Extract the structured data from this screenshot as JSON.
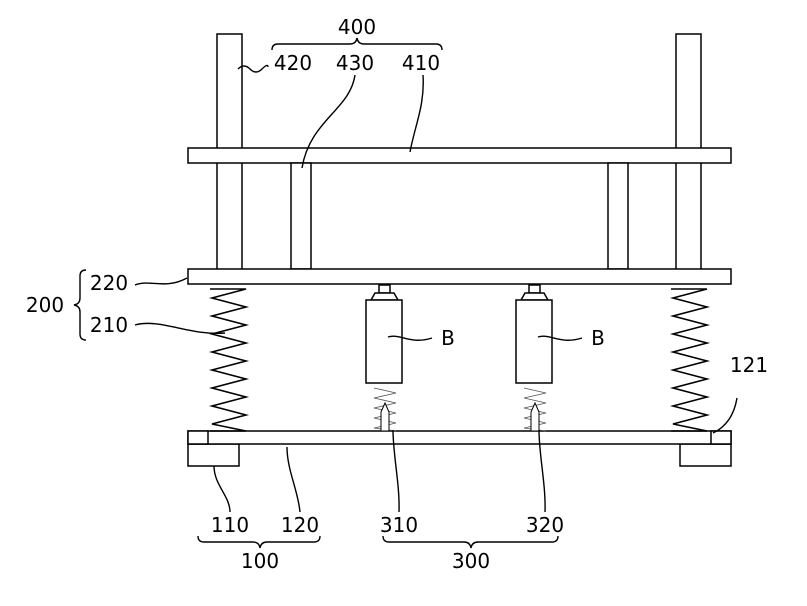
{
  "labels": {
    "group_400": "400",
    "part_420": "420",
    "part_430": "430",
    "part_410": "410",
    "part_220": "220",
    "group_200": "200",
    "part_210": "210",
    "battery_left": "B",
    "battery_right": "B",
    "part_121": "121",
    "part_110": "110",
    "part_120": "120",
    "part_310": "310",
    "part_320": "320",
    "group_100": "100",
    "group_300": "300"
  }
}
